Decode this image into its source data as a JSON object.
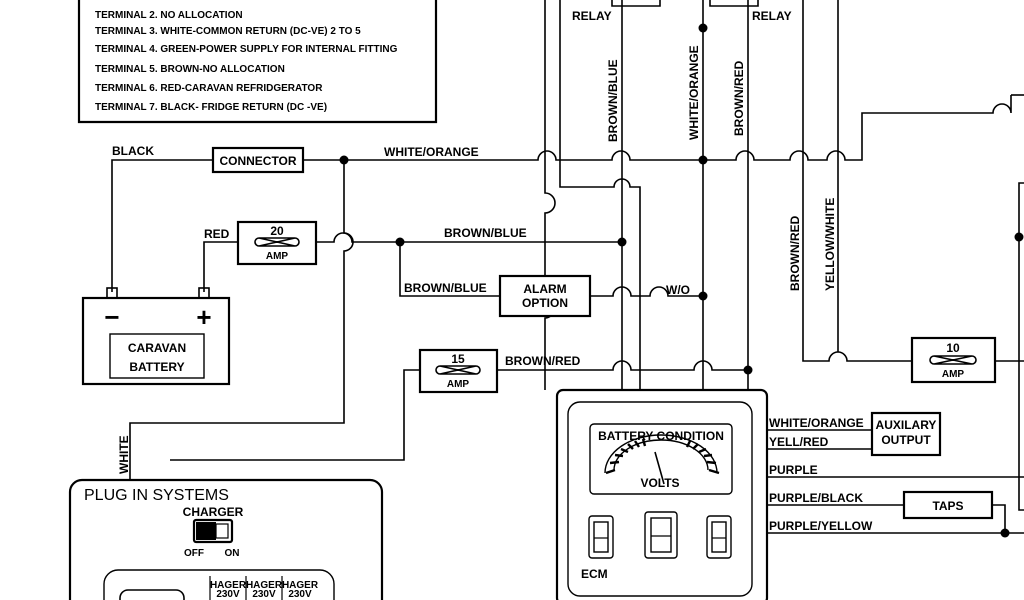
{
  "legend": {
    "lines": [
      "TERMINAL 2. NO ALLOCATION",
      "TERMINAL 3. WHITE-COMMON RETURN (DC-VE) 2 TO 5",
      "TERMINAL 4. GREEN-POWER SUPPLY FOR INTERNAL FITTING",
      "TERMINAL 5. BROWN-NO ALLOCATION",
      "TERMINAL 6. RED-CARAVAN REFRIDGERATOR",
      "TERMINAL 7. BLACK- FRIDGE RETURN (DC -VE)"
    ]
  },
  "relays": {
    "left": "RELAY",
    "right": "RELAY"
  },
  "wires": {
    "black": "BLACK",
    "red": "RED",
    "white": "WHITE",
    "white_orange_top": "WHITE/ORANGE",
    "brown_blue_mid": "BROWN/BLUE",
    "brown_blue_alarm": "BROWN/BLUE",
    "w_o": "W/O",
    "brown_red_lower": "BROWN/RED",
    "brown_blue_vertical": "BROWN/BLUE",
    "white_orange_vertical": "WHITE/ORANGE",
    "brown_red_vertical": "BROWN/RED",
    "brown_red_right": "BROWN/RED",
    "yellow_white_right": "YELLOW/WHITE",
    "white_orange_ecm": "WHITE/ORANGE",
    "yell_red": "YELL/RED",
    "purple": "PURPLE",
    "purple_black": "PURPLE/BLACK",
    "purple_yellow": "PURPLE/YELLOW"
  },
  "components": {
    "connector": "CONNECTOR",
    "fuse20_value": "20",
    "fuse20_unit": "AMP",
    "fuse15_value": "15",
    "fuse15_unit": "AMP",
    "fuse10_value": "10",
    "fuse10_unit": "AMP",
    "alarm_line1": "ALARM",
    "alarm_line2": "OPTION",
    "aux_line1": "AUXILARY",
    "aux_line2": "OUTPUT",
    "taps": "TAPS",
    "battery_minus": "−",
    "battery_plus": "+",
    "battery_line1": "CARAVAN",
    "battery_line2": "BATTERY"
  },
  "ecm": {
    "meter_title": "BATTERY CONDITION",
    "meter_unit": "VOLTS",
    "label": "ECM"
  },
  "plug_in": {
    "title": "PLUG IN SYSTEMS",
    "charger": "CHARGER",
    "off": "OFF",
    "on": "ON",
    "breakers": [
      {
        "line1": "HAGER",
        "line2": "230V"
      },
      {
        "line1": "HAGER",
        "line2": "230V"
      },
      {
        "line1": "HAGER",
        "line2": "230V"
      }
    ]
  }
}
